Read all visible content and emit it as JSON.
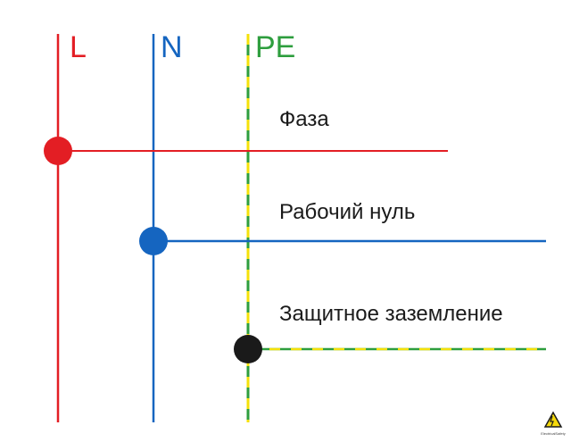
{
  "colors": {
    "phase": "#e31e24",
    "neutral": "#1565c0",
    "pe_green": "#2e9e3e",
    "pe_yellow": "#f5e10a",
    "pe_dot": "#1a1a1a",
    "text": "#1a1a1a"
  },
  "buses": {
    "phase_label": "L",
    "neutral_label": "N",
    "pe_label": "PE"
  },
  "descriptions": {
    "phase": "Фаза",
    "neutral": "Рабочий нуль",
    "pe": "Защитное заземление"
  },
  "logo": {
    "icon": "warning-triangle-icon",
    "caption": "ElectricalSafety"
  }
}
